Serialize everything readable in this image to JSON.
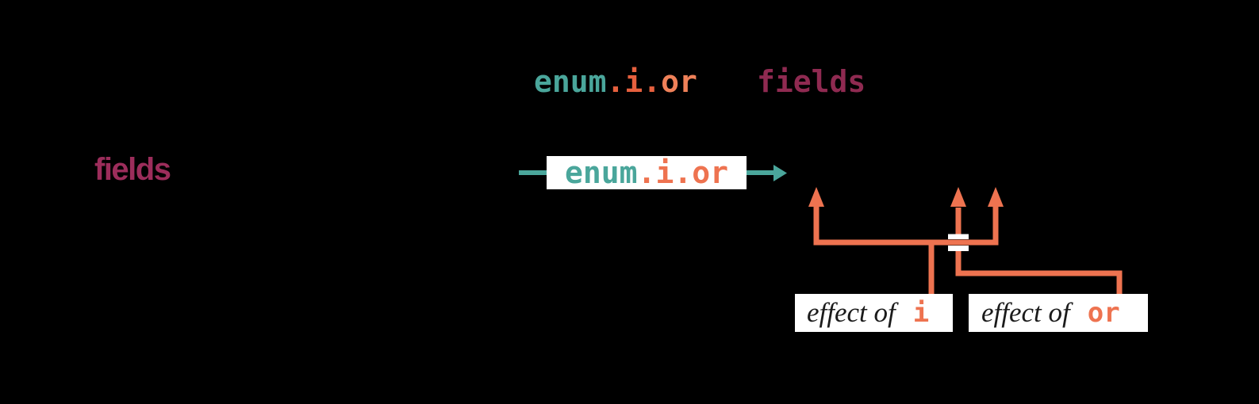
{
  "colors": {
    "background": "#000000",
    "teal": "#4aa69b",
    "orange": "#ee7350",
    "orange_bright": "#e6603e",
    "orange_light": "#ef8159",
    "maroon_code": "#8f2a51",
    "maroon_text": "#9c2d5b",
    "box_bg": "#ffffff",
    "ink": "#1b1b1b"
  },
  "labels": {
    "top_expression": {
      "enum": "enum",
      "dot_i": ".i.",
      "or": "or"
    },
    "top_fields": "fields",
    "left_fields": "fields"
  },
  "pipeline_box": {
    "enum": "enum",
    "rest": ".i.or"
  },
  "effect_boxes": {
    "i": {
      "prefix": "effect of",
      "code": "i"
    },
    "or": {
      "prefix": "effect of",
      "code": "or"
    }
  }
}
